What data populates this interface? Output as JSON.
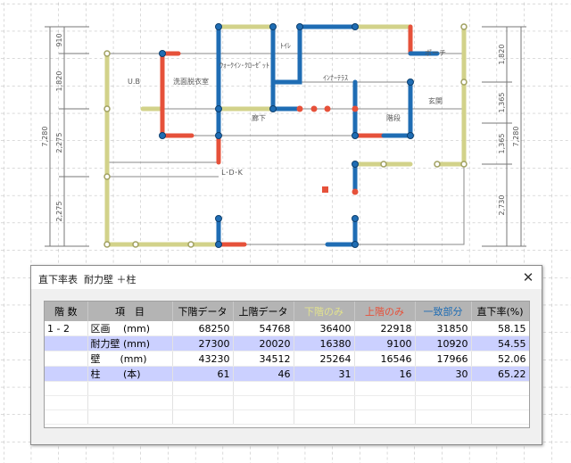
{
  "plan": {
    "room_labels": [
      "U.B",
      "洗面脱衣室",
      "ｳｫｰｸｲﾝ･ｸﾛｰｾﾞｯﾄ",
      "ﾄｲﾚ",
      "ｲﾝﾅｰﾃﾗｽ",
      "ポーチ",
      "廊下",
      "階段",
      "玄関",
      "L･D･K"
    ],
    "left_dims": [
      "910",
      "1,820",
      "2,275",
      "2,275"
    ],
    "left_total": "7,280",
    "right_dims": [
      "1,820",
      "1,365",
      "1,365",
      "2,730"
    ],
    "right_total": "7,280"
  },
  "dialog": {
    "title": "直下率表  耐力壁 ＋柱",
    "close_label": "✕",
    "headers": [
      "階 数",
      "項　目",
      "下階データ",
      "上階データ",
      "下階のみ",
      "上階のみ",
      "一致部分",
      "直下率(%)"
    ],
    "rows": [
      [
        "1 - 2",
        "区画　 (mm)",
        "68250",
        "54768",
        "36400",
        "22918",
        "31850",
        "58.15"
      ],
      [
        "",
        "耐力壁 (mm)",
        "27300",
        "20020",
        "16380",
        "9100",
        "10920",
        "54.55"
      ],
      [
        "",
        "壁　　(mm)",
        "43230",
        "34512",
        "25264",
        "16546",
        "17966",
        "52.06"
      ],
      [
        "",
        "柱　　 (本)",
        "61",
        "46",
        "31",
        "16",
        "30",
        "65.22"
      ]
    ]
  },
  "colors": {
    "upper_only": "#e6513a",
    "lower_only": "#e2e28e",
    "match": "#1f6db4",
    "highlight_row": "#cbd0ff"
  }
}
